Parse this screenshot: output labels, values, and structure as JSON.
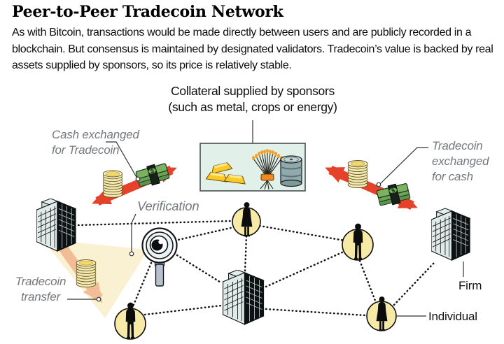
{
  "header": {
    "title": "Peer-to-Peer Tradecoin Network",
    "description": "As with Bitcoin, transactions would be made directly between users and are publicly recorded in a blockchain. But consensus is maintained by designated validators. Tradecoin’s value is backed by real assets supplied by sponsors, so its price is relatively stable."
  },
  "diagram": {
    "collateral": {
      "line1": "Collateral supplied by sponsors",
      "line2": "(such as metal, crops or energy)"
    },
    "labels": {
      "cash_exchanged_line1": "Cash exchanged",
      "cash_exchanged_line2": "for Tradecoin",
      "tradecoin_exchanged_line1": "Tradecoin",
      "tradecoin_exchanged_line2": "exchanged",
      "tradecoin_exchanged_line3": "for cash",
      "verification": "Verification",
      "tradecoin_transfer_line1": "Tradecoin",
      "tradecoin_transfer_line2": "transfer",
      "firm": "Firm",
      "individual": "Individual"
    },
    "icons": [
      "gold-bars-icon",
      "wheat-sheaf-icon",
      "oil-barrel-icon",
      "coin-stack-icon",
      "cash-bundle-icon",
      "magnifier-eye-icon",
      "building-icon",
      "person-icon"
    ],
    "colors": {
      "arrow_red": "#e4422a",
      "node_circle_yellow": "#f7e9a6",
      "collateral_box_bg": "#e1f0e9",
      "label_gray": "#75797d",
      "light_beam": "#f7ecc0"
    }
  }
}
